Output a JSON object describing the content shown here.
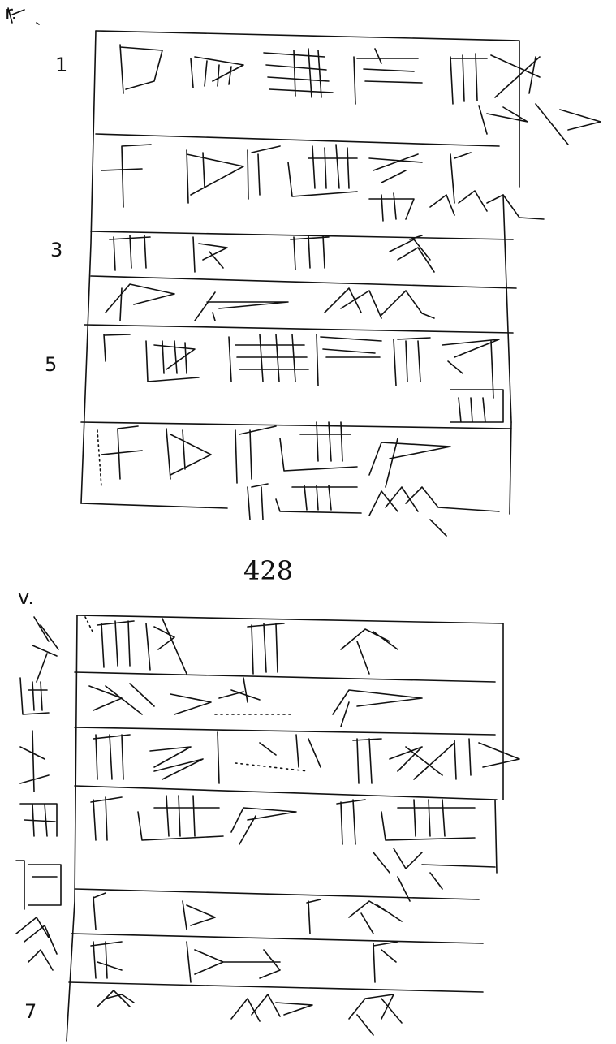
{
  "tablet": {
    "obverse_marker": "r.",
    "reverse_marker": "v.",
    "line_numbers": [
      "1",
      "3",
      "5",
      "7"
    ],
    "catalog_number": "428"
  },
  "colors": {
    "ink": "#111111",
    "paper": "#ffffff"
  }
}
